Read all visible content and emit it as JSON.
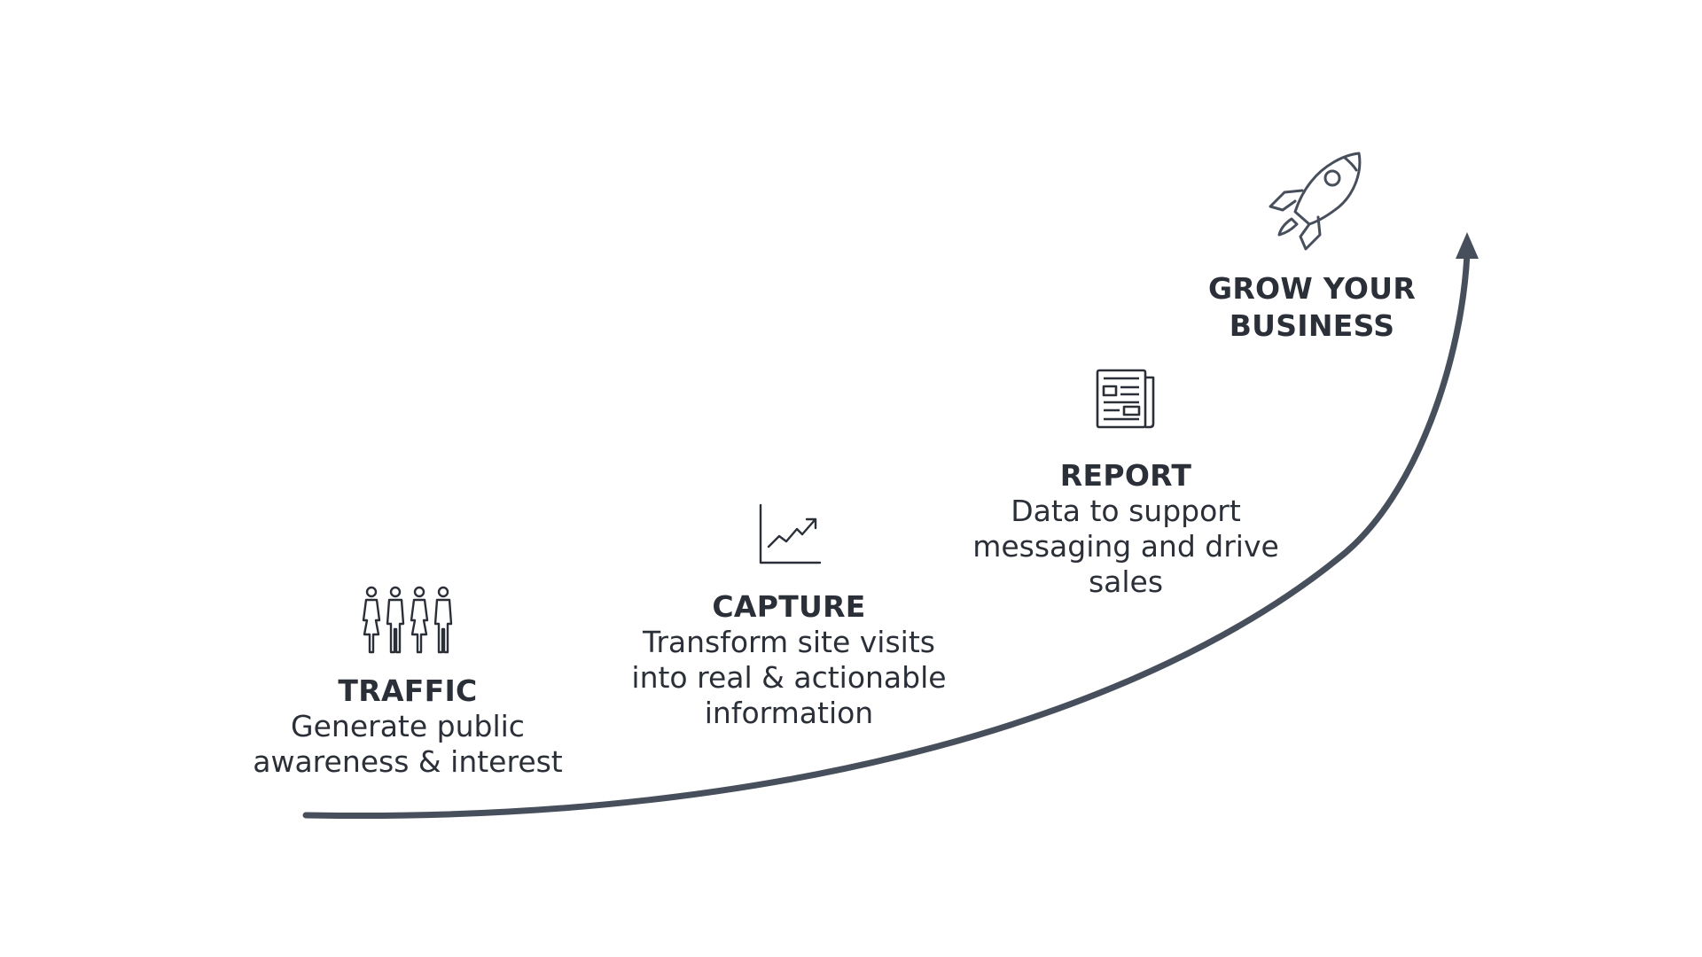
{
  "colors": {
    "curve": "#474f5c",
    "text": "#2b2f38",
    "icon": "#2b2f38",
    "background": "#ffffff"
  },
  "steps": [
    {
      "title": "TRAFFIC",
      "desc_lines": [
        "Generate public",
        "awareness & interest"
      ],
      "icon": "people-icon"
    },
    {
      "title": "CAPTURE",
      "desc_lines": [
        "Transform site visits",
        "into real & actionable",
        "information"
      ],
      "icon": "line-chart-icon"
    },
    {
      "title": "REPORT",
      "desc_lines": [
        "Data to support",
        "messaging and drive",
        "sales"
      ],
      "icon": "newspaper-icon"
    },
    {
      "title_lines": [
        "GROW YOUR",
        "BUSINESS"
      ],
      "icon": "rocket-icon"
    }
  ]
}
